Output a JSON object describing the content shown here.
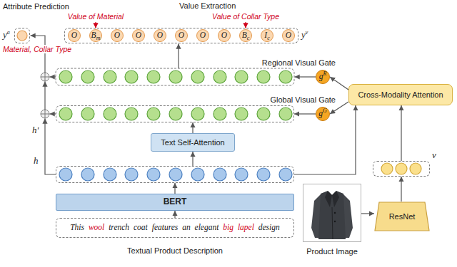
{
  "diagram": {
    "nodes": [
      {
        "text": [
          "Attribute Prediction",
          "ya"
        ]
      },
      {
        "text": [
          "Value Extraction",
          "yv"
        ]
      },
      {
        "text": [
          "O"
        ],
        "in": 1
      },
      {
        "text": [
          "Bm"
        ],
        "in": 1
      },
      {
        "text": [
          "O"
        ],
        "in": 1
      },
      {
        "text": [
          "O"
        ],
        "in": 1
      },
      {
        "text": [
          "O"
        ],
        "in": 1
      },
      {
        "text": [
          "O"
        ],
        "in": 1
      },
      {
        "text": [
          "O"
        ],
        "in": 1
      },
      {
        "text": [
          "O"
        ],
        "in": 1
      },
      {
        "text": [
          "Bc"
        ],
        "in": 1
      },
      {
        "text": [
          "Ic"
        ],
        "in": 1
      },
      {
        "text": [
          "O"
        ],
        "in": 1
      },
      {
        "text": [
          "gR"
        ]
      },
      {
        "text": [
          "gG"
        ]
      },
      {
        "text": [
          "Cross-Modality Attention"
        ]
      },
      {
        "text": [
          "h'"
        ]
      },
      {
        "text": [
          "Text Self-Attention"
        ]
      },
      {
        "text": [
          "h"
        ]
      },
      {
        "text": [
          "BERT"
        ]
      },
      {
        "text": [
          "This wool trench coat features an elegant big lapel design",
          "Textual Product Description"
        ]
      },
      {
        "text": [
          "Product Image"
        ]
      },
      {
        "text": [
          "ResNet"
        ]
      },
      {
        "text": [
          "v"
        ]
      }
    ],
    "edges": [
      {
        "from": 20,
        "to": 19,
        "arrow": "to"
      },
      {
        "from": 19,
        "to": 18,
        "arrow": "to"
      },
      {
        "from": 18,
        "to": 17,
        "arrow": "to"
      },
      {
        "from": 17,
        "to": 16,
        "arrow": "to"
      },
      {
        "from": 21,
        "to": 22,
        "arrow": "to"
      },
      {
        "from": 22,
        "to": 23,
        "arrow": "to"
      },
      {
        "from": 23,
        "to": 15,
        "arrow": "to"
      },
      {
        "from": 18,
        "to": 15,
        "arrow": "to"
      },
      {
        "from": 15,
        "to": 13,
        "arrow": "to"
      },
      {
        "from": 15,
        "to": 14,
        "arrow": "to"
      },
      {
        "from": 14,
        "to": 16,
        "arrow": "to"
      }
    ],
    "labels": [
      "Value of Material",
      "Value of Collar Type",
      "Material, Collar Type",
      "Regional Visual Gate",
      "Global Visual Gate"
    ]
  }
}
